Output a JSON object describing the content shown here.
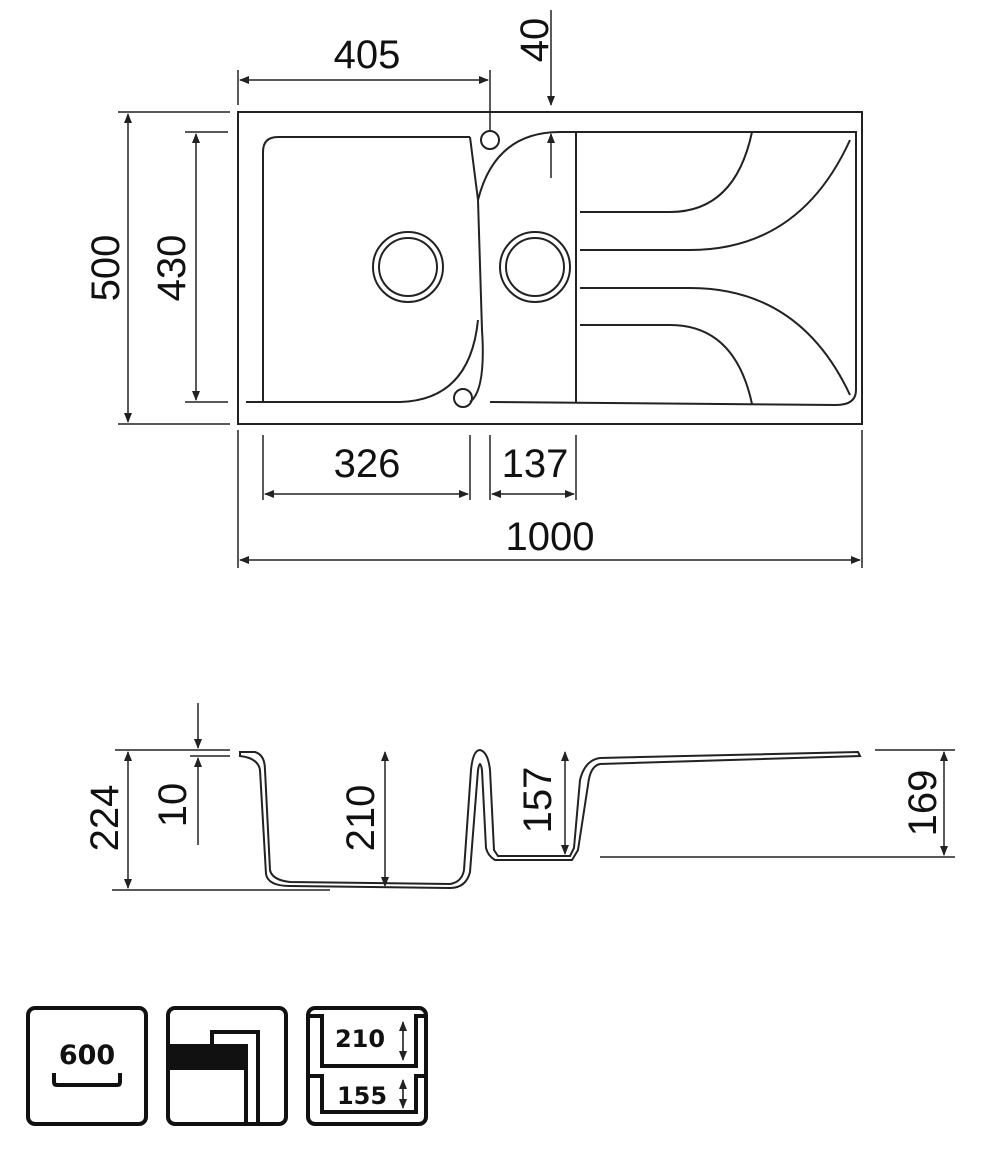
{
  "top_view": {
    "dimensions": {
      "bowl_offset": "405",
      "tap_hole_offset": "40",
      "overall_depth": "500",
      "bowl_depth": "430",
      "main_bowl_width": "326",
      "second_bowl_width": "137",
      "overall_width": "1000"
    }
  },
  "side_view": {
    "dimensions": {
      "overall_height": "224",
      "rim_thickness": "10",
      "main_bowl_height": "210",
      "second_bowl_height": "157",
      "drainer_height": "169"
    }
  },
  "icons": {
    "cabinet_size": "600",
    "bowl_depth_main": "210",
    "bowl_depth_second": "155"
  }
}
